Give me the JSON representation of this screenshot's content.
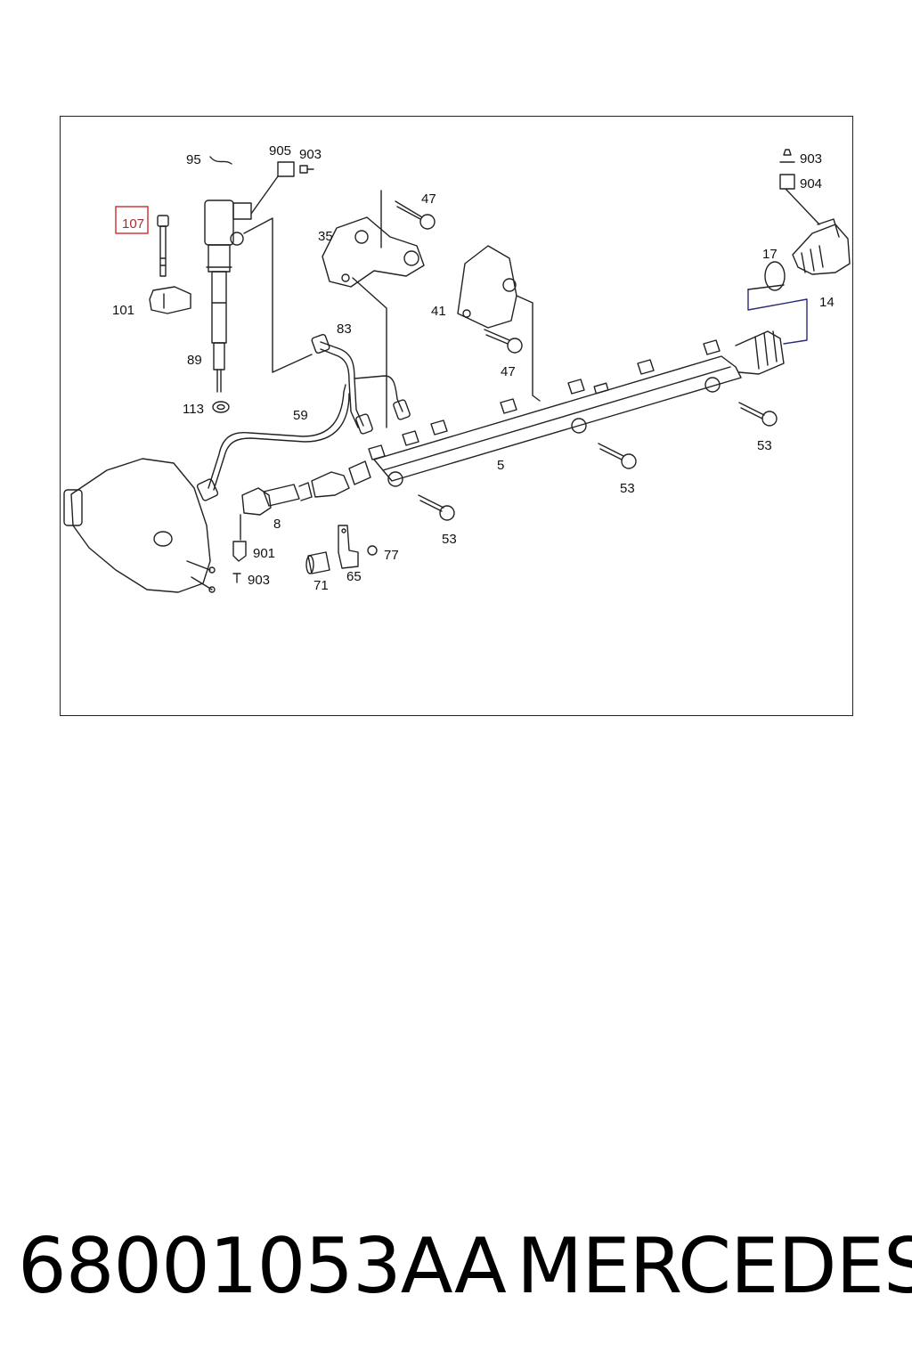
{
  "caption": {
    "part_number": "68001053AA",
    "brand": "MERCEDES"
  },
  "highlight_color": "#d03a3a",
  "callouts": {
    "c95": "95",
    "c905": "905",
    "c903a": "903",
    "c107": "107",
    "c101": "101",
    "c89": "89",
    "c113": "113",
    "c35": "35",
    "c47a": "47",
    "c41": "41",
    "c47b": "47",
    "c83": "83",
    "c59": "59",
    "c903b": "903",
    "c904": "904",
    "c17": "17",
    "c14": "14",
    "c5": "5",
    "c53a": "53",
    "c53b": "53",
    "c53c": "53",
    "c8": "8",
    "c901": "901",
    "c903c": "903",
    "c77": "77",
    "c71": "71",
    "c65": "65"
  }
}
